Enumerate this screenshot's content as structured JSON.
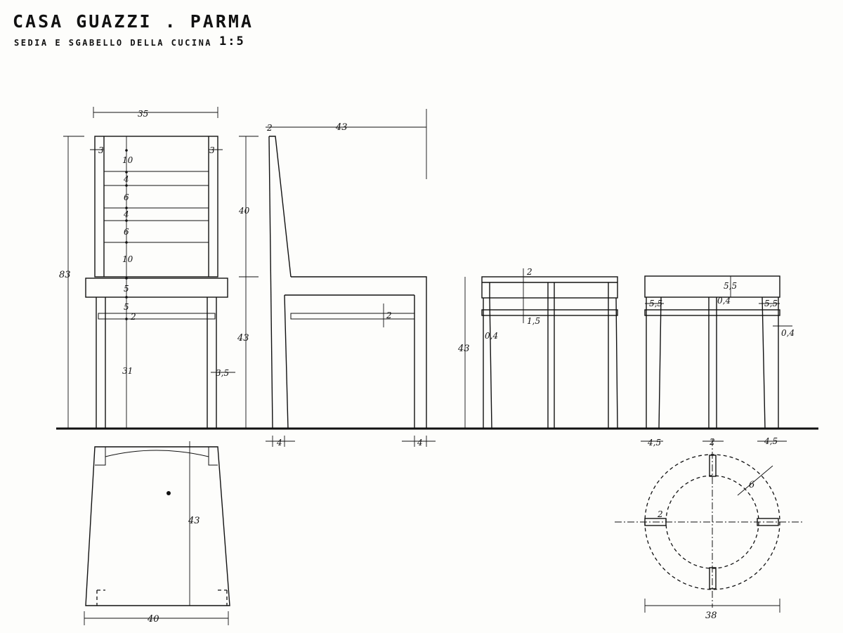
{
  "header": {
    "title": "CASA GUAZZI . PARMA",
    "subtitle": "SEDIA E SGABELLO DELLA CUCINA",
    "scale": "1:5"
  },
  "chair_front": {
    "width": "35",
    "post_left": "3",
    "post_right": "3",
    "backrest": [
      "10",
      "4",
      "6",
      "4",
      "6",
      "10"
    ],
    "height_total": "83",
    "seat_band": "5",
    "apron": "5",
    "rail": "2",
    "leg_height": "31",
    "leg_taper": "3,5"
  },
  "chair_side": {
    "top": "2",
    "depth": "43",
    "back_height": "40",
    "seat_height": "43",
    "rail": "2",
    "leg_left": "4",
    "leg_right": "4"
  },
  "chair_plan": {
    "depth": "43",
    "width": "40"
  },
  "stool_front": {
    "top": "2",
    "rail": "1,5",
    "height": "43",
    "inset": "0,4"
  },
  "stool_side": {
    "top": "5,5",
    "left": "5,5",
    "right": "5,5",
    "center": "0,4",
    "inset": "0,4",
    "leg_left": "4,5",
    "leg_center": "2",
    "leg_right": "4,5"
  },
  "stool_plan": {
    "ring": "6",
    "leg": "2",
    "diameter": "38"
  }
}
